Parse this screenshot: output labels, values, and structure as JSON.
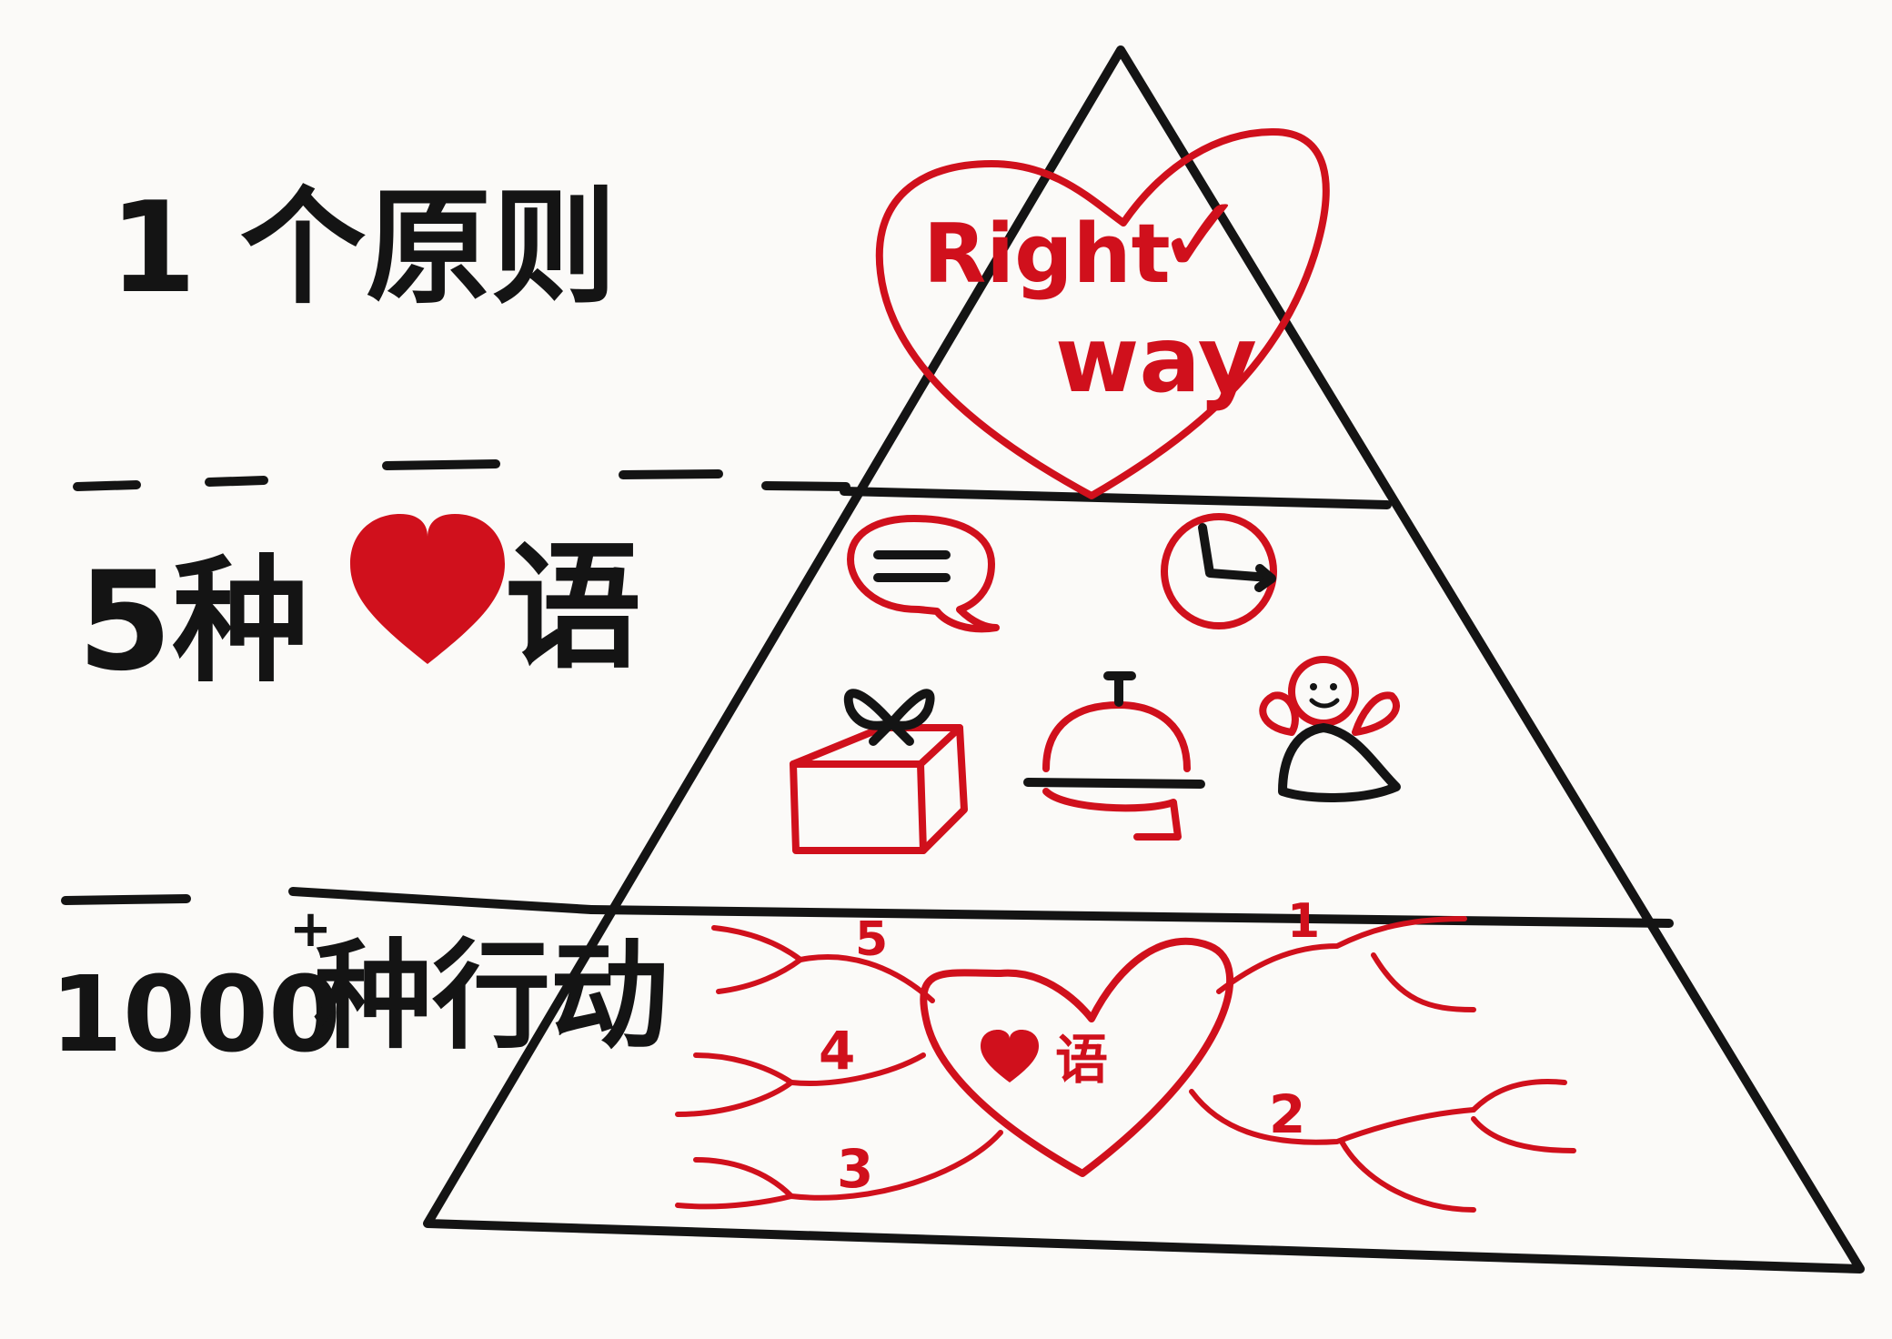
{
  "levels": {
    "top": {
      "label": "1 个原则",
      "badge_line1": "Right",
      "badge_line2": "way",
      "check": "✓"
    },
    "middle": {
      "label_prefix": "5种",
      "label_suffix": "语"
    },
    "bottom": {
      "label_number": "1000",
      "label_sup": "+",
      "label_suffix": "种行动"
    }
  },
  "center_heart": {
    "text": "语"
  },
  "branch_numbers": [
    "5",
    "4",
    "3",
    "1",
    "2"
  ],
  "colors": {
    "ink": "#141414",
    "red": "#d0101c",
    "paper": "#fbfaf8"
  },
  "icons": [
    "speech-bubble-icon",
    "clock-icon",
    "gift-box-icon",
    "service-bell-icon",
    "person-hug-icon",
    "heart-icon"
  ]
}
